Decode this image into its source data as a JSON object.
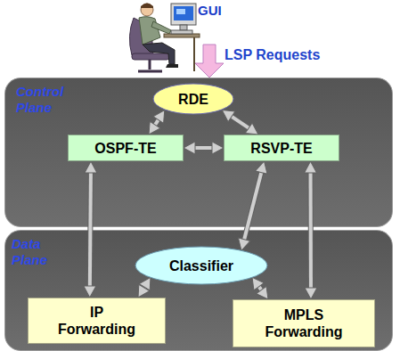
{
  "diagram": {
    "nodes": [
      {
        "text": [
          "Control Plane"
        ]
      },
      {
        "text": [
          "RDE"
        ],
        "in": 0
      },
      {
        "text": [
          "OSPF-TE"
        ],
        "in": 0
      },
      {
        "text": [
          "RSVP-TE"
        ],
        "in": 0
      },
      {
        "text": [
          "Data Plane"
        ]
      },
      {
        "text": [
          "Classifier"
        ],
        "in": 4
      },
      {
        "text": [
          "IP Forwarding"
        ],
        "in": 4
      },
      {
        "text": [
          "MPLS Forwarding"
        ],
        "in": 4
      }
    ],
    "edges": [
      {
        "from": 1,
        "to": 2,
        "arrow": "both"
      },
      {
        "from": 1,
        "to": 3,
        "arrow": "both"
      },
      {
        "from": 2,
        "to": 3,
        "arrow": "both"
      },
      {
        "from": 2,
        "to": 6,
        "arrow": "both"
      },
      {
        "from": 3,
        "to": 5,
        "arrow": "both"
      },
      {
        "from": 3,
        "to": 7,
        "arrow": "both"
      },
      {
        "from": 5,
        "to": 6,
        "arrow": "both"
      },
      {
        "from": 5,
        "to": 7,
        "arrow": "both"
      }
    ],
    "labels": [
      "GUI",
      "LSP Requests"
    ]
  }
}
